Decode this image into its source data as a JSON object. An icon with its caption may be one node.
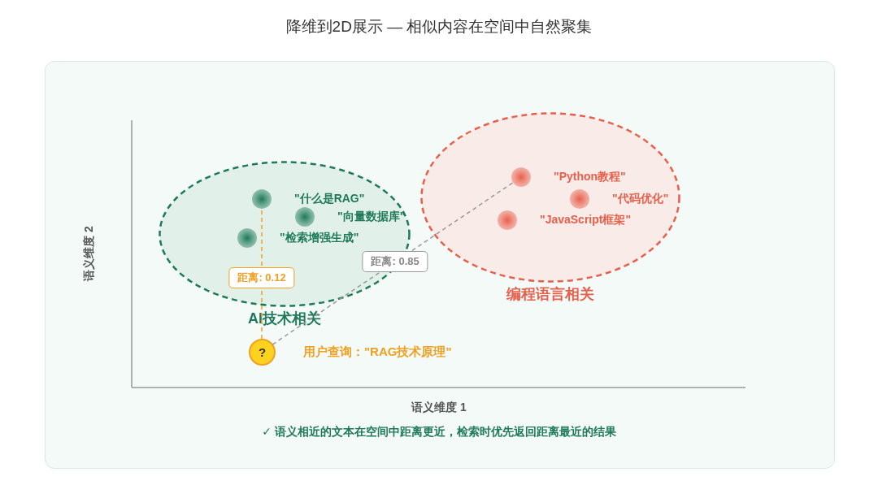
{
  "diagram": {
    "title": "降维到2D展示 — 相似内容在空间中自然聚集",
    "caption": "✓ 语义相近的文本在空间中距离更近，检索时优先返回距离最近的结果",
    "nodes": [
      {
        "text": [
          "AI技术相关"
        ]
      },
      {
        "text": [
          "\"什么是RAG\""
        ],
        "in": 0
      },
      {
        "text": [
          "\"向量数据库\""
        ],
        "in": 0
      },
      {
        "text": [
          "\"检索增强生成\""
        ],
        "in": 0
      },
      {
        "text": [
          "编程语言相关"
        ]
      },
      {
        "text": [
          "\"Python教程\""
        ],
        "in": 4
      },
      {
        "text": [
          "\"代码优化\""
        ],
        "in": 4
      },
      {
        "text": [
          "\"JavaScript框架\""
        ],
        "in": 4
      },
      {
        "text": [
          "?",
          "用户查询：\"RAG技术原理\""
        ]
      }
    ],
    "edges": [
      {
        "from": 8,
        "to": 1,
        "arrow": "none",
        "label": "距离: 0.12",
        "style": "dashed",
        "color": "#f0a020"
      },
      {
        "from": 8,
        "to": 5,
        "arrow": "none",
        "label": "距离: 0.85",
        "style": "dashed",
        "color": "#999999"
      }
    ],
    "labels": [
      "语义维度 2",
      "语义维度 1"
    ]
  }
}
